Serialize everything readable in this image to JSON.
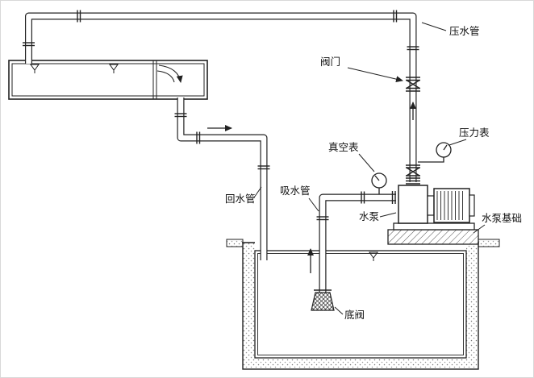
{
  "diagram_title": "pump-installation-schematic",
  "labels": {
    "discharge_pipe": "压水管",
    "valve": "阀门",
    "vacuum_gauge": "真空表",
    "pressure_gauge": "压力表",
    "return_pipe": "回水管",
    "suction_pipe": "吸水管",
    "pump": "水泵",
    "pump_foundation": "水泵基础",
    "foot_valve": "底阀"
  },
  "colors": {
    "line": "#222222",
    "background": "#ffffff",
    "speckle": "#777777"
  }
}
